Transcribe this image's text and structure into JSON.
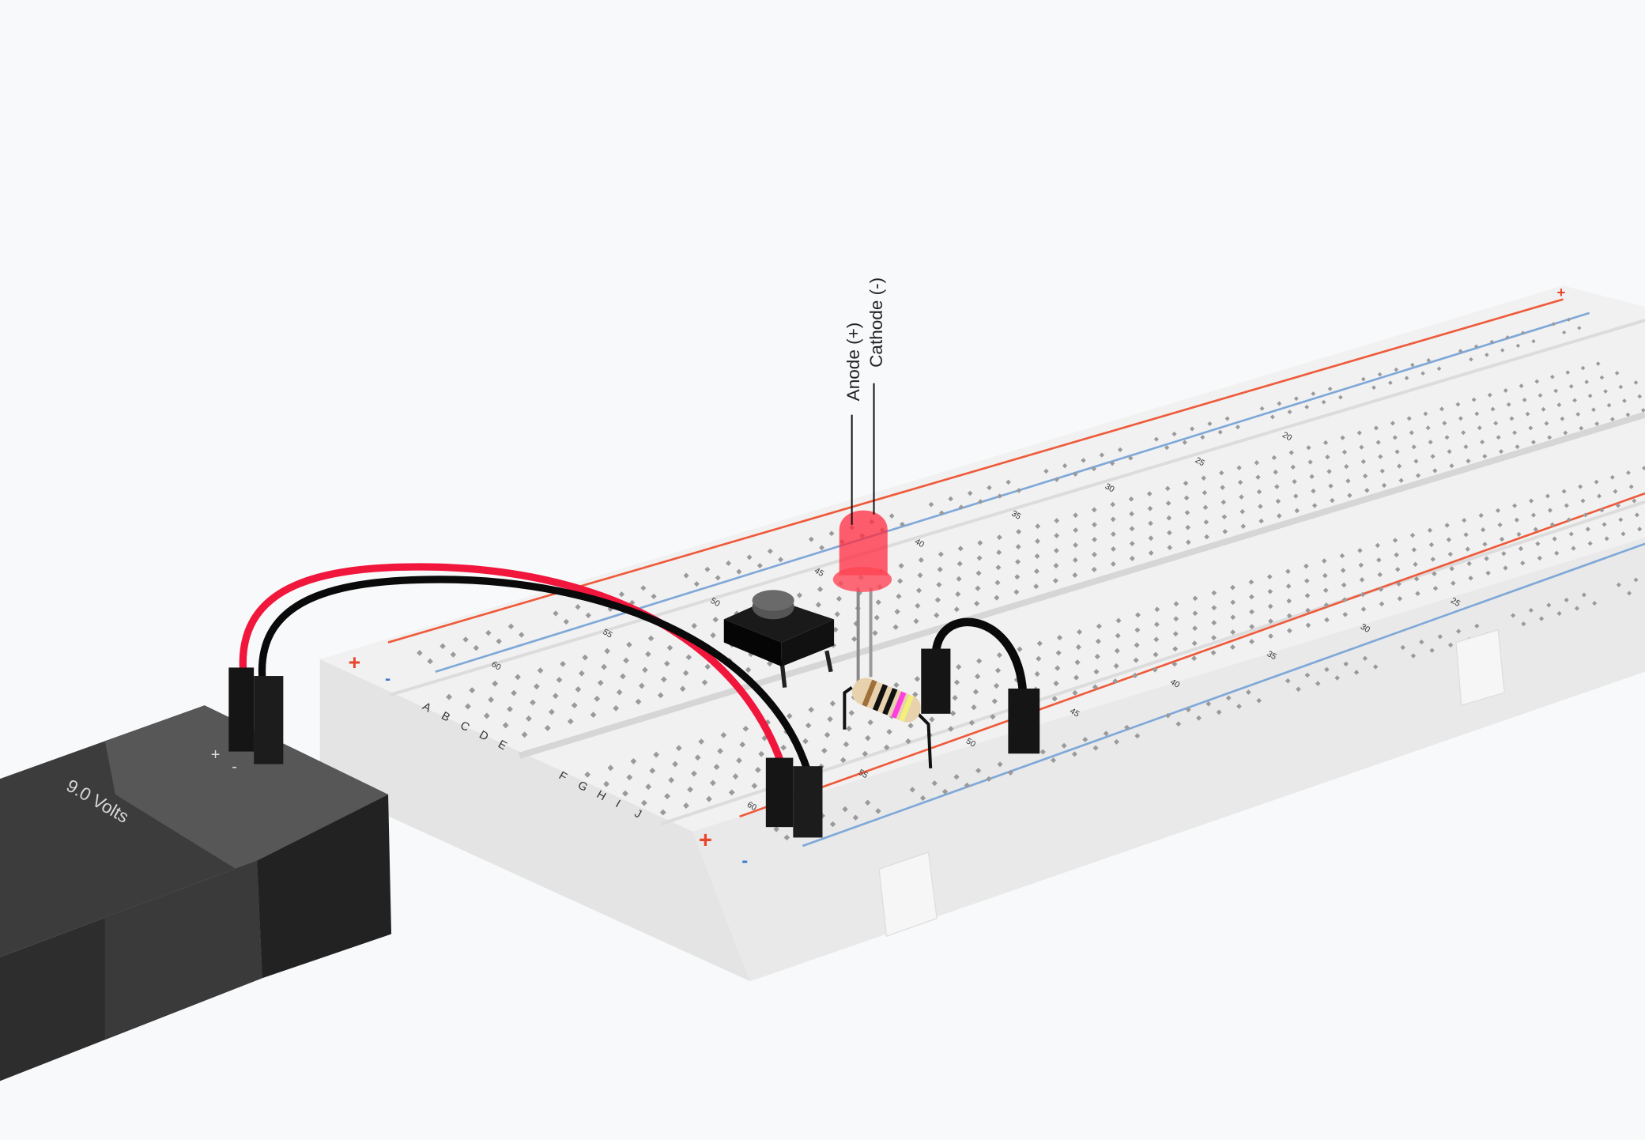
{
  "battery": {
    "label": "9.0 Volts",
    "plus": "+",
    "minus": "-"
  },
  "led": {
    "anode_label": "Anode (+)",
    "cathode_label": "Cathode (-)"
  },
  "breadboard": {
    "rail_plus": "+",
    "rail_minus": "-",
    "upper_rows": [
      "A",
      "B",
      "C",
      "D",
      "E"
    ],
    "lower_rows": [
      "F",
      "G",
      "H",
      "I",
      "J"
    ],
    "upper_numbers": [
      "60",
      "55",
      "50",
      "45",
      "40",
      "35",
      "30",
      "25",
      "20"
    ],
    "lower_numbers": [
      "60",
      "55",
      "50",
      "45",
      "40",
      "35",
      "30",
      "25"
    ]
  },
  "colors": {
    "wire_red": "#f0163c",
    "wire_black": "#0a0a0a",
    "led": "#ff2a3d",
    "rail_red": "#ee5a3a",
    "rail_blue": "#7fa8d8"
  }
}
